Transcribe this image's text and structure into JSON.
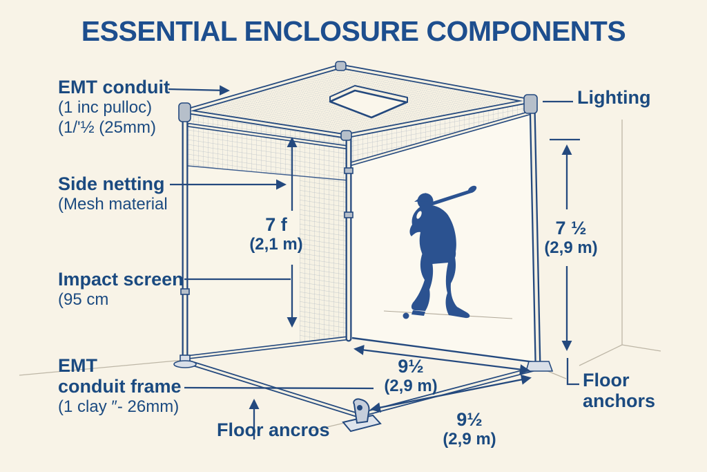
{
  "title": "ESSENTIAL ENCLOSURE COMPONENTS",
  "labels": {
    "emt_conduit": {
      "title": "EMT conduit",
      "sub1": "(1 inc pulloc)",
      "sub2": "(1/'½ (25mm)"
    },
    "side_netting": {
      "title": "Side netting",
      "sub1": "(Mesh material"
    },
    "impact_screen": {
      "title": "Impact screen",
      "sub1": "(95 cm"
    },
    "emt_conduit_frame": {
      "title1": "EMT",
      "title2": "conduit frame",
      "sub1": "(1 clay ″- 26mm)"
    },
    "floor_anchors_bottom": {
      "title": "Floor ancros"
    },
    "lighting": {
      "title": "Lighting"
    },
    "floor_anchors_right": {
      "title1": "Floor",
      "title2": "anchors"
    }
  },
  "dimensions": {
    "right_height": {
      "value": "7 ½",
      "metric": "(2,9 m)"
    },
    "screen_height": {
      "value": "7 f",
      "metric": "(2,1 m)"
    },
    "back_width": {
      "value": "9½",
      "metric": "(2,9 m)"
    },
    "front_width": {
      "value": "9½",
      "metric": "(2,9 m)"
    }
  },
  "colors": {
    "background": "#f8f3e7",
    "ink": "#1b4a80",
    "frame_line": "#24497e",
    "screen_fill": "#fcf9f0",
    "golfer_blue": "#2b5290"
  }
}
